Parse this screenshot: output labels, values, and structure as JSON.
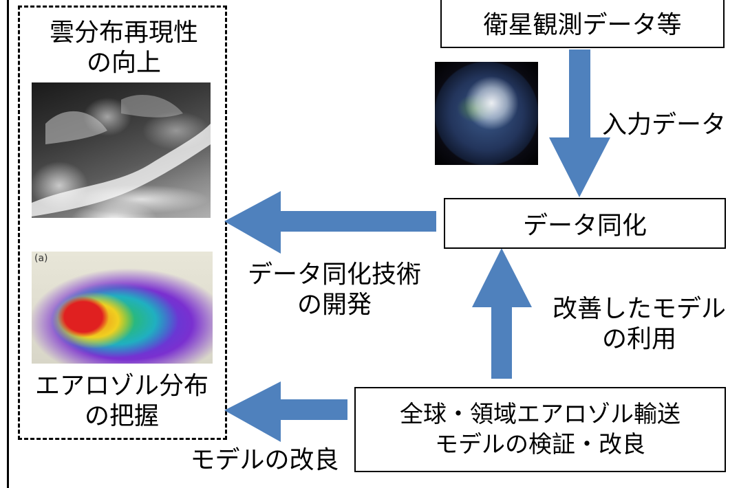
{
  "colors": {
    "arrow": "#4f81bd",
    "border": "#000000",
    "background": "#ffffff"
  },
  "panel": {
    "cloud_title": [
      "雲分布再現性",
      "の向上"
    ],
    "aerosol_title": [
      "エアロゾル分布",
      "の把握"
    ],
    "aerosol_panel_label": "(a)"
  },
  "boxes": {
    "satellite": "衛星観測データ等",
    "assimilation": "データ同化",
    "model": [
      "全球・領域エアロゾル輸送",
      "モデルの検証・改良"
    ]
  },
  "edge_labels": {
    "input": "入力データ",
    "technique": [
      "データ同化技術",
      "の開発"
    ],
    "use_model": [
      "改善したモデル",
      "の利用"
    ],
    "improve": "モデルの改良"
  }
}
